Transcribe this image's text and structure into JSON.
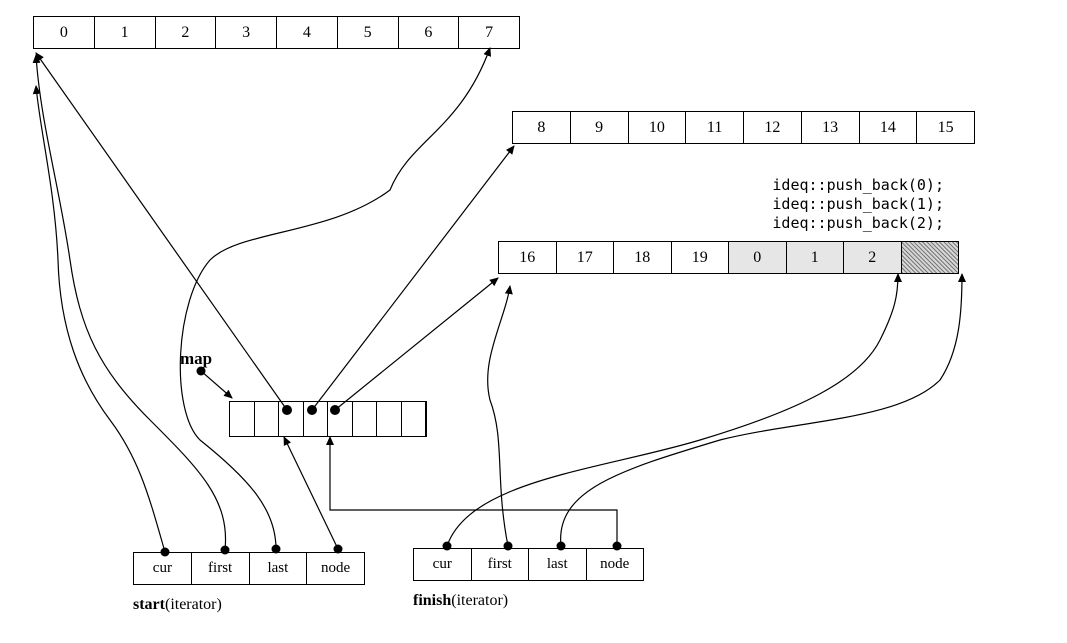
{
  "buffer1": [
    "0",
    "1",
    "2",
    "3",
    "4",
    "5",
    "6",
    "7"
  ],
  "buffer2": [
    "8",
    "9",
    "10",
    "11",
    "12",
    "13",
    "14",
    "15"
  ],
  "buffer3": [
    "16",
    "17",
    "18",
    "19",
    "0",
    "1",
    "2",
    ""
  ],
  "code_lines": [
    "ideq::push_back(0);",
    "ideq::push_back(1);",
    "ideq::push_back(2);"
  ],
  "map_label": "map",
  "start_iter": {
    "fields": [
      "cur",
      "first",
      "last",
      "node"
    ],
    "name": "start",
    "type": "(iterator)"
  },
  "finish_iter": {
    "fields": [
      "cur",
      "first",
      "last",
      "node"
    ],
    "name": "finish",
    "type": "(iterator)"
  }
}
